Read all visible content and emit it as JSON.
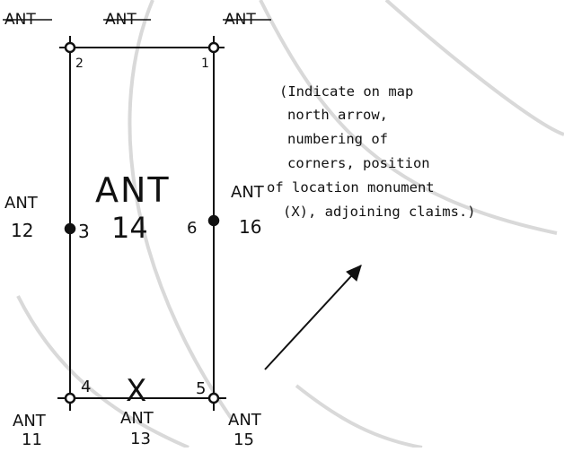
{
  "instruction_lines": [
    "(Indicate on map",
    "north arrow,",
    "numbering of",
    "corners, position",
    "of location monument",
    "(X), adjoining claims.)"
  ],
  "claim": {
    "name": "ANT",
    "number": "14"
  },
  "corners": {
    "c1": "1",
    "c2": "2",
    "c3": "3",
    "c4": "4",
    "c5": "5",
    "c6": "6"
  },
  "adjoining": {
    "top_left": "ANT",
    "top_mid": "ANT",
    "top_right": "ANT",
    "left_name": "ANT",
    "left_num": "12",
    "right_name": "ANT",
    "right_num": "16",
    "bottom_left_name": "ANT",
    "bottom_left_num": "11",
    "bottom_mid_name": "ANT",
    "bottom_mid_num": "13",
    "bottom_right_name": "ANT",
    "bottom_right_num": "15"
  },
  "monument_mark": "X"
}
